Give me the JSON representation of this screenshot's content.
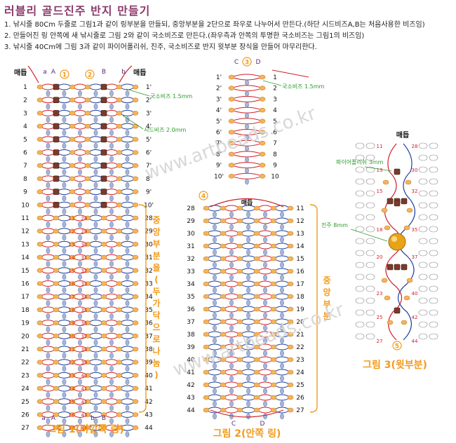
{
  "title": "러블리 골드진주 반지 만들기",
  "steps": [
    "1. 낚시줄 80Cm 두줄로 그림1과 같이 링부분을 만들되, 중앙부분을 2단으로 좌우로 나누어서 만든다.(하단 시드비즈A,B는 처음사용한 비즈임)",
    "2. 만들어진 링 안쪽에 새 낚시줄로 그림 2와 같이 국소비즈로 만든다.(좌우측과 안쪽의 투명한 국소비즈는 그림1의 비즈임)",
    "3. 낚시줄 40Cm에 그림 3과 같이 파이어폴리쉬, 진주, 국소비즈로 반지 윗부분 장식을 만들어 마무리한다."
  ],
  "watermark": "www.artbeads.co.kr",
  "fig1": {
    "caption": "그림 1(바깥쪽 링)",
    "knot": "매듭",
    "strand_left": "a",
    "strand_right": "b",
    "bead_A": "A",
    "bead_B": "B",
    "circle_1": "1",
    "circle_2": "2",
    "side_label": "중앙부분을(두가닥으로나눔)",
    "left_rows": [
      "1",
      "2",
      "3",
      "4",
      "5",
      "6",
      "7",
      "8",
      "9",
      "10",
      "11",
      "12",
      "13",
      "14",
      "15",
      "16",
      "17",
      "18",
      "19",
      "20",
      "21",
      "22",
      "23",
      "24",
      "25",
      "26",
      "27"
    ],
    "right_rows": [
      "1'",
      "2'",
      "3'",
      "4'",
      "5'",
      "6'",
      "7'",
      "8'",
      "9'",
      "10'",
      "28",
      "29",
      "30",
      "31",
      "32",
      "33",
      "34",
      "35",
      "36",
      "37",
      "38",
      "39",
      "40",
      "41",
      "42",
      "43",
      "44"
    ],
    "inner_left": [
      "11",
      "12",
      "13",
      "14",
      "15",
      "16",
      "17",
      "18",
      "19",
      "20",
      "21",
      "22",
      "23",
      "24",
      "25",
      "26",
      "27"
    ],
    "inner_right": [
      "28",
      "29",
      "30",
      "31",
      "32",
      "33",
      "34",
      "35",
      "36",
      "37",
      "38",
      "39",
      "40",
      "41",
      "42",
      "43",
      "44"
    ]
  },
  "fig2": {
    "caption": "그림 2(안쪽 링)",
    "knot": "매듭",
    "top_C": "C",
    "top_D": "D",
    "circle_3": "3",
    "circle_4": "4",
    "side_label": "중앙부분",
    "top_left": [
      "1'",
      "2'",
      "3'",
      "4'",
      "5'",
      "6'",
      "7'",
      "8'",
      "9'",
      "10'"
    ],
    "top_right": [
      "1",
      "2",
      "3",
      "4",
      "5",
      "6",
      "7",
      "8",
      "9",
      "10"
    ],
    "left_rows": [
      "28",
      "29",
      "30",
      "31",
      "32",
      "33",
      "34",
      "35",
      "36",
      "37",
      "38",
      "39",
      "40",
      "41",
      "42",
      "43",
      "44"
    ],
    "right_rows": [
      "11",
      "12",
      "13",
      "14",
      "15",
      "16",
      "17",
      "18",
      "19",
      "20",
      "21",
      "22",
      "23",
      "24",
      "25",
      "26",
      "27"
    ]
  },
  "fig3": {
    "caption": "그림 3(윗부분)",
    "knot": "매듭",
    "circle_5": "5",
    "nums_left": [
      "11",
      "13",
      "15",
      "18",
      "20",
      "23",
      "25",
      "27"
    ],
    "nums_right": [
      "28",
      "30",
      "32",
      "35",
      "37",
      "40",
      "42",
      "44"
    ]
  },
  "annotations": {
    "gukso": "국소비즈 1.5mm",
    "seed": "시드비즈 2.0mm",
    "gukso2": "국소비즈 1.5mm",
    "fire": "파이어폴리쉬 3mm",
    "pearl": "진주 8mm"
  },
  "colors": {
    "title": "#8a3a6a",
    "red_line": "#d0202a",
    "blue_line": "#1f3f9f",
    "seed_bead": "#f5b35a",
    "gukso_bead": "#7f96c8",
    "orange": "#f29a1b",
    "green": "#2a9a2a",
    "red_text": "#d0202a"
  }
}
